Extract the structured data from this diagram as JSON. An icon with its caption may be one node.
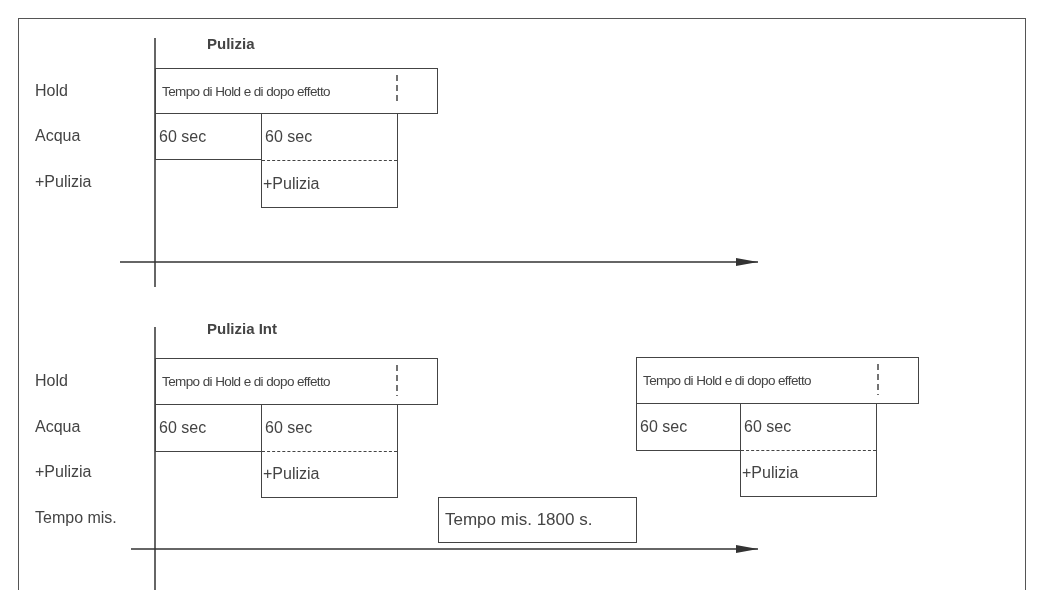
{
  "diagram": {
    "nodes": [
      {
        "text": [
          "Tempo di Hold e di dopo effetto"
        ]
      },
      {
        "text": [
          "60 sec"
        ]
      },
      {
        "text": [
          "60 sec",
          "+Pulizia"
        ]
      },
      {
        "text": [
          "Tempo di Hold e di dopo effetto"
        ]
      },
      {
        "text": [
          "60 sec"
        ]
      },
      {
        "text": [
          "60 sec",
          "+Pulizia"
        ]
      },
      {
        "text": [
          "Tempo di Hold e di dopo effetto"
        ]
      },
      {
        "text": [
          "60 sec"
        ]
      },
      {
        "text": [
          "60 sec",
          "+Pulizia"
        ]
      },
      {
        "text": [
          "Tempo mis. 1800 s."
        ]
      }
    ],
    "labels": [
      "Pulizia",
      "Hold",
      "Acqua",
      "+Pulizia",
      "Pulizia Int",
      "Hold",
      "Acqua",
      "+Pulizia",
      "Tempo mis."
    ]
  }
}
